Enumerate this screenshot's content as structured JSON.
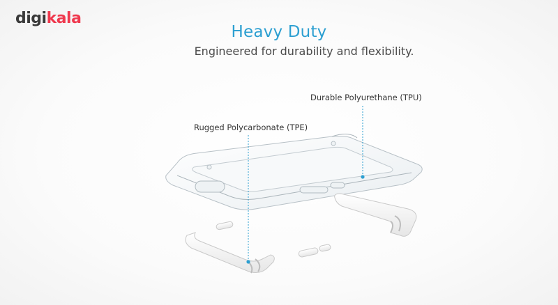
{
  "logo": {
    "part1": "digi",
    "part2": "kala",
    "colors": {
      "part1": "#3a3a3a",
      "part2": "#ef394e"
    }
  },
  "headline": "Heavy Duty",
  "subheadline": "Engineered for durability and flexibility.",
  "callouts": {
    "tpu": "Durable Polyurethane (TPU)",
    "tpe": "Rugged Polycarbonate (TPE)"
  },
  "colors": {
    "accent": "#2c9fd1",
    "text": "#4a4a4a",
    "bumper": "#f3f3f3"
  }
}
